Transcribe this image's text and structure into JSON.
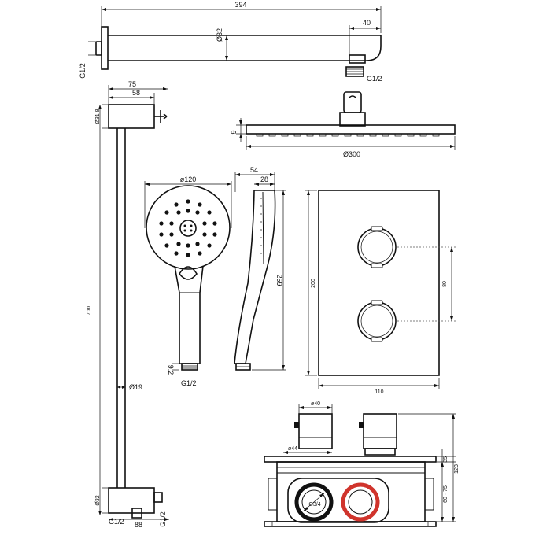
{
  "colors": {
    "line": "#111111",
    "background": "#ffffff",
    "inlet_cold": "#111111",
    "inlet_hot": "#d0342c"
  },
  "dimensions": {
    "arm_length": "394",
    "arm_diameter": "Ø32",
    "arm_end": "40",
    "arm_thread": "G1/2",
    "head_thread": "G1/2",
    "head_thickness": "9",
    "head_diameter": "Ø300",
    "bracket_width": "75",
    "bracket_depth": "58",
    "bracket_diameter": "Ø31.8",
    "rail_height": "700",
    "rail_diameter": "Ø19",
    "lower_diameter": "Ø32",
    "lower_width": "88",
    "lower_thread_left": "G1/2",
    "lower_thread_right": "G1/2",
    "handset_diameter": "ø120",
    "handset_thread": "G1/2",
    "handset_neck": "9.2",
    "handset_depth": "54",
    "handset_depth_inner": "28",
    "handset_length": "259",
    "plate_height": "200",
    "plate_width": "110",
    "knob_spacing": "80",
    "knob_diameter": "ø40",
    "box_diameter": "ø44",
    "box_depth_small": "35",
    "box_depth_total": "123",
    "box_depth_range": "60 - 75",
    "inlet_thread": "G3/4"
  }
}
